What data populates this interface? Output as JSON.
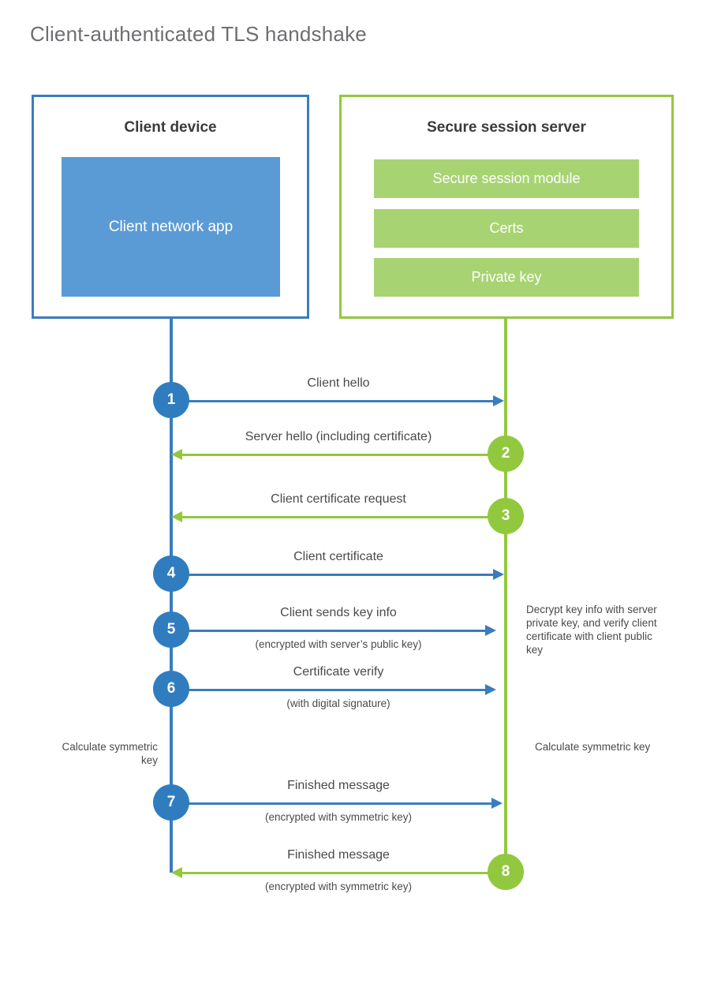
{
  "title": "Client-authenticated TLS handshake",
  "colors": {
    "blue_border": "#3a7cbe",
    "blue_fill": "#5b9bd5",
    "blue_badge": "#2f7dbf",
    "green_border": "#92c83e",
    "green_fill": "#a8d373",
    "text": "#4a4a4a",
    "title_text": "#6d6e71",
    "background": "#ffffff"
  },
  "client": {
    "title": "Client device",
    "app_label": "Client network app",
    "note": "Calculate symmetric key"
  },
  "server": {
    "title": "Secure session server",
    "components": [
      {
        "label": "Secure session module"
      },
      {
        "label": "Certs"
      },
      {
        "label": "Private key"
      }
    ],
    "note_decrypt": "Decrypt key info with server private key, and verify client certificate with client public key",
    "note_calculate": "Calculate symmetric key"
  },
  "steps": [
    {
      "number": "1",
      "label": "Client hello",
      "sublabel": "",
      "direction": "right",
      "color": "blue"
    },
    {
      "number": "2",
      "label": "Server hello (including certificate)",
      "sublabel": "",
      "direction": "left",
      "color": "green"
    },
    {
      "number": "3",
      "label": "Client certificate request",
      "sublabel": "",
      "direction": "left",
      "color": "green"
    },
    {
      "number": "4",
      "label": "Client certificate",
      "sublabel": "",
      "direction": "right",
      "color": "blue"
    },
    {
      "number": "5",
      "label": "Client sends key info",
      "sublabel": "(encrypted with server’s public key)",
      "direction": "right",
      "color": "blue"
    },
    {
      "number": "6",
      "label": "Certificate verify",
      "sublabel": "(with digital signature)",
      "direction": "right",
      "color": "blue"
    },
    {
      "number": "7",
      "label": "Finished message",
      "sublabel": "(encrypted with symmetric key)",
      "direction": "right",
      "color": "blue"
    },
    {
      "number": "8",
      "label": "Finished message",
      "sublabel": "(encrypted with symmetric key)",
      "direction": "left",
      "color": "green"
    }
  ]
}
